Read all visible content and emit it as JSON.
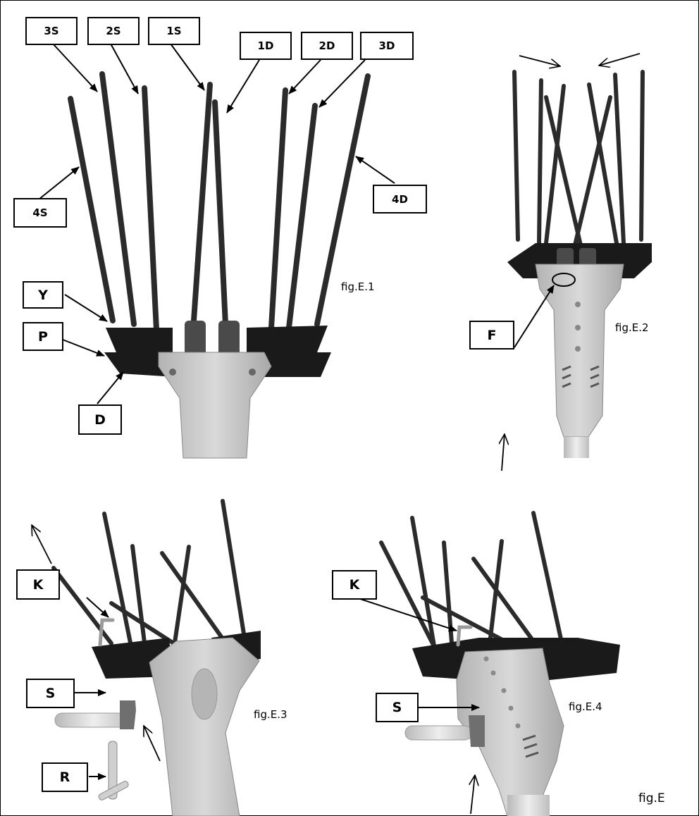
{
  "figure": {
    "title": "fig.E",
    "captions": {
      "e1": "fig.E.1",
      "e2": "fig.E.2",
      "e3": "fig.E.3",
      "e4": "fig.E.4"
    },
    "labels": {
      "tine_3s": "3S",
      "tine_2s": "2S",
      "tine_1s": "1S",
      "tine_1d": "1D",
      "tine_2d": "2D",
      "tine_3d": "3D",
      "tine_4s": "4S",
      "tine_4d": "4D",
      "y": "Y",
      "p": "P",
      "d": "D",
      "f": "F",
      "k_e3": "K",
      "s_e3": "S",
      "r_e3": "R",
      "k_e4": "K",
      "s_e4": "S"
    }
  },
  "colors": {
    "tine": "#2b2b2b",
    "holder": "#1a1a1a",
    "body": "#c9c9c9",
    "body_dark": "#9e9e9e",
    "tube": "#d6d6d6",
    "outline": "#000000"
  }
}
